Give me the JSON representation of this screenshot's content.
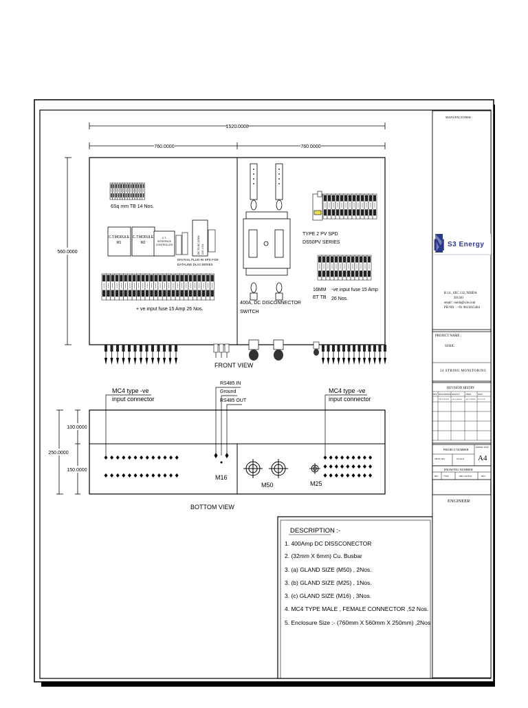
{
  "dimensions": {
    "total_width": "1520.0000",
    "half_width_left": "760.0000",
    "half_width_right": "760.0000",
    "height": "560.0000",
    "depth": "250.0000",
    "depth_upper": "100.0000",
    "depth_lower": "150.0000"
  },
  "front_view": {
    "label": "FRONT VIEW",
    "tb_label": "6Sq mm TB 14 Nos.",
    "ct_module_1": [
      "C.T.MODULE",
      "M1"
    ],
    "ct_module_2": [
      "C.T.MODULE",
      "M2"
    ],
    "ct_interface": [
      "C.T.",
      "INTERFACE",
      "CONTROLLER"
    ],
    "power_supply": [
      "DC TO DC CONV",
      "24V 1.5 A"
    ],
    "din_rail_label": [
      "DIN RAIL PLUG-IN SPD FOR",
      "DATALINE DLA2 SERIES"
    ],
    "ve_fuse_pos": "+ ve input fuse 15 Amp 26 Nos.",
    "disconnector": [
      "400A, DC DISCONNECTOR",
      "SWITCH"
    ],
    "spd": [
      "TYPE 2 PV SPD",
      "DS50PV SERIES"
    ],
    "et_tb": [
      "16MM",
      "ET TB"
    ],
    "ve_fuse_neg": [
      "-ve input fuse 15 Amp",
      "26 Nos."
    ]
  },
  "bottom_view": {
    "label": "BOTTOM VIEW",
    "mc4_left": [
      "MC4 type -ve",
      "input connector"
    ],
    "mc4_right": [
      "MC4 type -ve",
      "input connector"
    ],
    "rs485_in": "RS485 IN",
    "ground": "Ground",
    "rs485_out": "RS485 OUT",
    "m16": "M16",
    "m50": "M50",
    "m25": "M25"
  },
  "description": {
    "title": "DESCRIPTION :-",
    "items": [
      "1. 400Amp DC DISSCONECTOR",
      "2. (32mm X 6mm) Cu. Busbar",
      "3. (a) GLAND SIZE  (M50) , 2Nos.",
      "3. (b) GLAND SIZE  (M25) , 1Nos.",
      "3. (c) GLAND SIZE  (M16) , 3Nos.",
      "4. MC4 TYPE MALE , FEMALE CONNECTOR ,52 Nos.",
      "5. Enclosure Size :- (760mm X 560mm X 250mm) ,2Nos"
    ]
  },
  "title_block": {
    "manufacturer_label": "MANUFACTURER :",
    "company_name": "S3 Energy",
    "company_initial": "N",
    "address": [
      "B 14 , SEC 132, NOIDA",
      "201301",
      "email : noida@s3e.com",
      "PH NO. : +91 9813015484"
    ],
    "project_name_label": "PROJECT NAME :",
    "project_name": "SUBIC",
    "project_title": "24 STRING MONITORING",
    "revision_history_label": "REVISION HISTRY",
    "revision_headers": [
      "REV.",
      "DESCRIPTION",
      "SERVICE",
      "CHKD.",
      "DATE"
    ],
    "revision_rows": [
      [
        "1",
        "DRAFT ISSUE",
        "AR. R.JUMAR",
        "AR. R.JUMAR",
        "25/12/2015"
      ]
    ],
    "project_number_label": "PROJECT NUMBER",
    "paper_size_label": "PAPER SIZE",
    "paper_size": "A4",
    "sheet_label": "SHTE NO.",
    "scale_label": "SCALE",
    "drawing_number_label": "DRAWING NUMBER",
    "drawing_headers": [
      "DIC.",
      "TYPE",
      "DRG.AWN.D",
      "REV"
    ],
    "engineer_label": "ENGINEER"
  }
}
